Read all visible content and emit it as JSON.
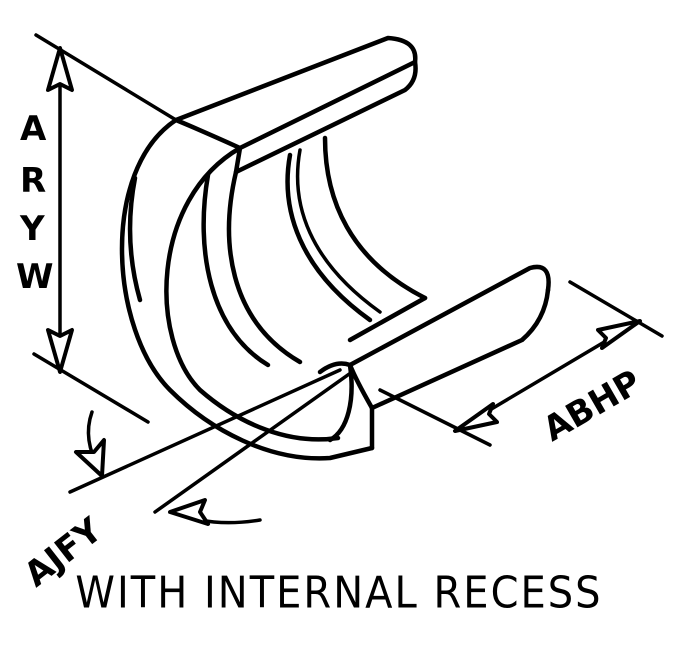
{
  "labels": {
    "height_code": "ARYW",
    "width_code": "ABHP",
    "angle_code": "AJFY"
  },
  "caption": "WITH INTERNAL RECESS"
}
